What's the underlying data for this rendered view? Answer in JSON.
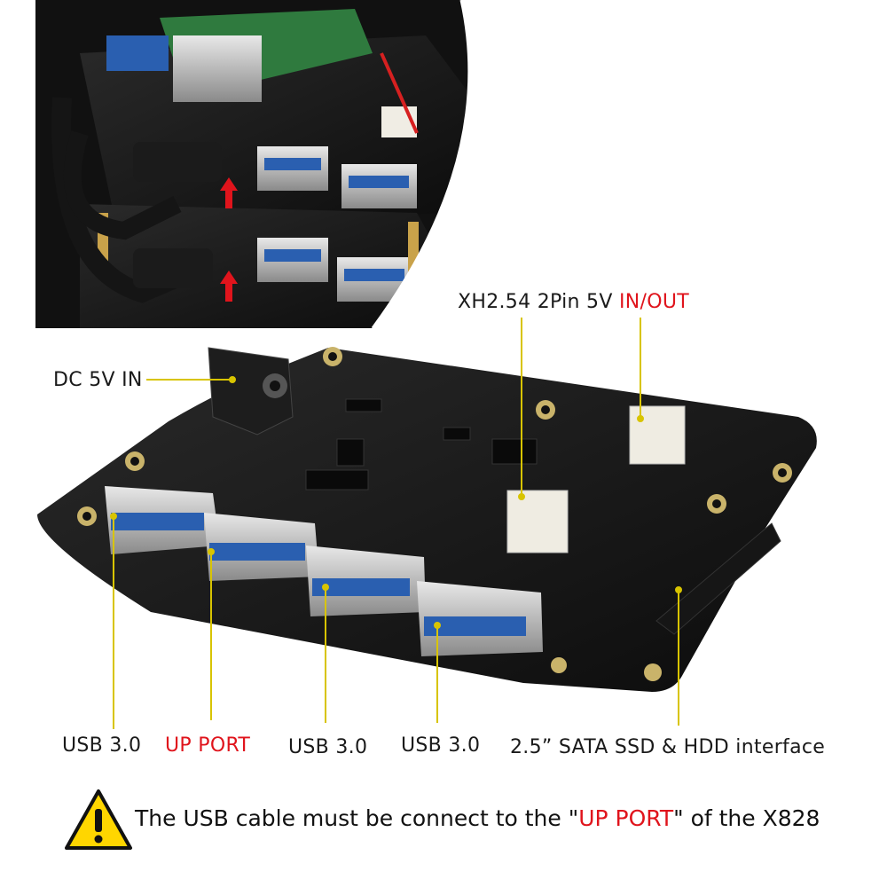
{
  "labels": {
    "dc_in": "DC 5V IN",
    "xh_prefix": "XH2.54 2Pin 5V ",
    "xh_in_out": "IN/OUT",
    "usb_1": "USB 3.0",
    "up_port": "UP PORT",
    "usb_3": "USB 3.0",
    "usb_4": "USB 3.0",
    "sata": "2.5”  SATA SSD & HDD interface"
  },
  "note": {
    "before": "The USB cable must be connect to the \"",
    "highlight": "UP PORT",
    "after": "\" of the X828"
  },
  "colors": {
    "highlight_red": "#e0141c",
    "leader_yellow": "#d8c400",
    "warning_yellow": "#ffd600"
  },
  "icons": {
    "warning": "warning-icon",
    "arrow": "red-arrow-icon"
  }
}
